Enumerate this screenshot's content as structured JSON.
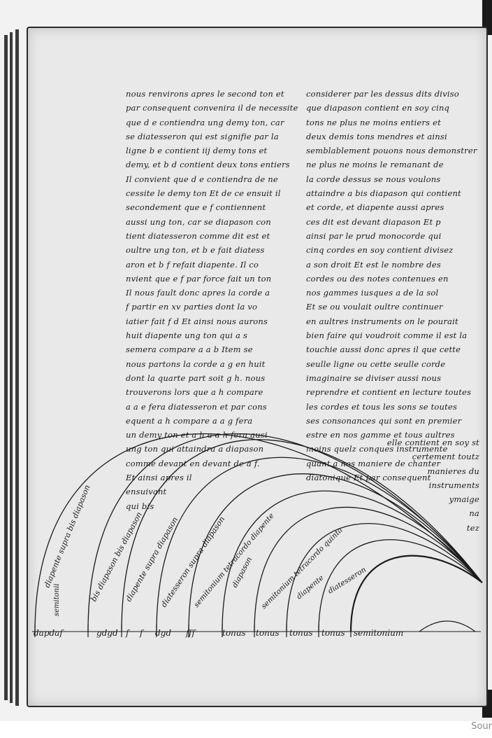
{
  "manuscript": {
    "left_column_lines": [
      "nous renvirons apres le second ton et",
      "par consequent convenira il de necessite",
      "que d e contiendra ung demy ton, car",
      "se diatesseron qui est signifie par la",
      "ligne b e contient iij demy tons et",
      "demy, et b d contient deux tons entiers",
      "Il convient que d e contiendra de ne",
      "cessite le demy ton Et de ce ensuit il",
      "secondement que e f contiennent",
      "aussi ung ton, car se diapason con",
      "tient diatesseron comme dit est et",
      "oultre ung ton, et b e fait diatess",
      "aron et b f refait diapente. Il co",
      "nvient que e f par force fait un ton",
      "Il nous fault donc apres la corde a",
      "f partir en xv parties dont la vo",
      "iatier fait f d Et ainsi nous aurons",
      "huit diapente ung ton qui a s",
      "semera compare a a b Item se",
      "nous partons la corde a g en huit",
      "dont la quarte part soit g h. nous",
      "trouverons lors que a h compare",
      "a a e fera diatesseron et par cons",
      "equent a h compare a a g fera",
      "un demy ton et a h a a h fera ausi",
      "ung ton qui attaindra a diapason",
      "comme devant en devant de a f.",
      "Et ainsi apres il",
      "ensuivant",
      "qui bis"
    ],
    "right_column_lines": [
      "considerer par les dessus dits diviso",
      "que diapason contient en soy cinq",
      "tons ne plus ne moins entiers et",
      "deux demis tons mendres et ainsi",
      "semblablement pouons nous demonstrer",
      "ne plus ne moins le remanant de",
      "la corde dessus se nous voulons",
      "attaindre a bis diapason qui contient",
      "et corde, et diapente aussi apres",
      "ces dit est devant diapason Et p",
      "ainsi par le prud monocorde qui",
      "cinq cordes en soy contient divisez",
      "a son droit Et est le nombre des",
      "cordes ou des notes contenues en",
      "nos gammes iusques a de la sol",
      "Et se ou voulait oultre continuer",
      "en aultres instruments on le pourait",
      "bien faire qui voudroit comme il est la",
      "touchie aussi donc apres il que cette",
      "seulle ligne ou cette seulle corde",
      "imaginaire se diviser aussi nous",
      "reprendre et contient en lecture toutes",
      "les cordes et tous les sons se toutes",
      "ses consonances qui sont en premier",
      "estre en nos gamme et tous aultres",
      "moins quelz conques instrumente",
      "quant a nos maniere de chanter",
      "diatonique Et par consequent"
    ],
    "right_column_tail_lines": [
      "elle contient en soy st",
      "certement toutz",
      "manieres du",
      "instruments",
      "ymaige",
      "na",
      "tez"
    ],
    "arc_labels": [
      "diapente supra bis diapason",
      "bis diapason bis diapason",
      "diapente supra diapason",
      "diatesseron supra diapason",
      "semitonium tetracordo diapente",
      "diapason",
      "semitonium tetracordo quinta",
      "diapente",
      "diatesseron"
    ],
    "baseline_labels": [
      "tonus",
      "tonus",
      "tonus",
      "tonus",
      "semitonium"
    ],
    "baseline_small_glyphs": [
      "dapdaf",
      "gdgd",
      "f",
      "f",
      "dgd",
      "fff"
    ],
    "vertical_label": "semitonii",
    "source_label": "Sour"
  }
}
